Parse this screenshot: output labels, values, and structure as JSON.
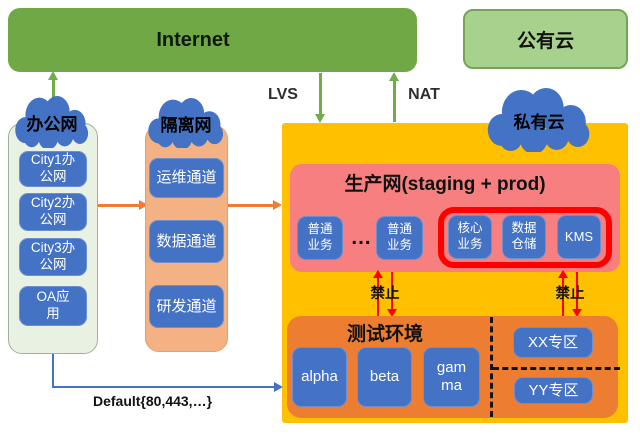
{
  "colors": {
    "internet_green": "#6FA845",
    "public_cloud_green": "#A9D18E",
    "office_pale_green": "#E9F1E3",
    "node_blue": "#4472C4",
    "private_cloud_yellow": "#FFC000",
    "production_pink": "#F77F7F",
    "test_orange": "#ED7D31",
    "isolation_orange": "#F4B183",
    "forbidden_red": "#FE0000",
    "green_arrow": "#70AD47",
    "orange_arrow": "#ED7D31",
    "blue_arrow": "#4472C4"
  },
  "internet_bar": {
    "label": "Internet"
  },
  "public_cloud": {
    "label": "公有云"
  },
  "edges": {
    "lvs_label": "LVS",
    "nat_label": "NAT",
    "forbidden_label": "禁止",
    "default_route_label": "Default{80,443,…}"
  },
  "office_network": {
    "cloud_label": "办公网",
    "nodes": [
      "City1办\n公网",
      "City2办\n公网",
      "City3办\n公网",
      "OA应\n用"
    ]
  },
  "isolation_network": {
    "cloud_label": "隔离网",
    "channels": [
      "运维通道",
      "数据通道",
      "研发通道"
    ]
  },
  "private_cloud": {
    "cloud_label": "私有云",
    "production": {
      "title": "生产网(staging + prod)",
      "ordinary_nodes": [
        "普通\n业务",
        "普通\n业务"
      ],
      "ellipsis": "…",
      "secure_nodes": [
        "核心\n业务",
        "数据\n仓储",
        "KMS"
      ]
    },
    "testing": {
      "title": "测试环境",
      "nodes": [
        "alpha",
        "beta",
        "gam\nma"
      ]
    },
    "zones": [
      "XX专区",
      "YY专区"
    ]
  }
}
